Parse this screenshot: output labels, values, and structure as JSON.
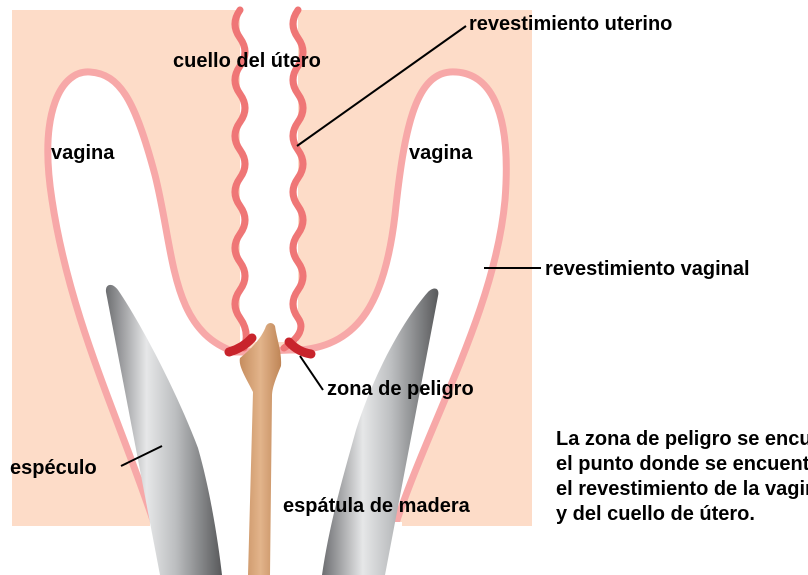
{
  "labels": {
    "uterine_lining": "revestimiento uterino",
    "cervix": "cuello del útero",
    "vagina_left": "vagina",
    "vagina_right": "vagina",
    "vaginal_lining": "revestimiento vaginal",
    "danger_zone": "zona de peligro",
    "speculum": "espéculo",
    "spatula": "espátula de madera"
  },
  "caption": {
    "lines": [
      "La zona de peligro se encuentra en",
      "el punto donde se encuentran",
      "el revestimiento de la vagina",
      "y del cuello de útero."
    ]
  },
  "colors": {
    "background": "#fddcc8",
    "vaginal_lining": "#f7a8a8",
    "cervix_lining": "#ef7676",
    "danger_zone": "#c8242c",
    "spatula": "#d8a479",
    "speculum": "#a7a9ac"
  }
}
